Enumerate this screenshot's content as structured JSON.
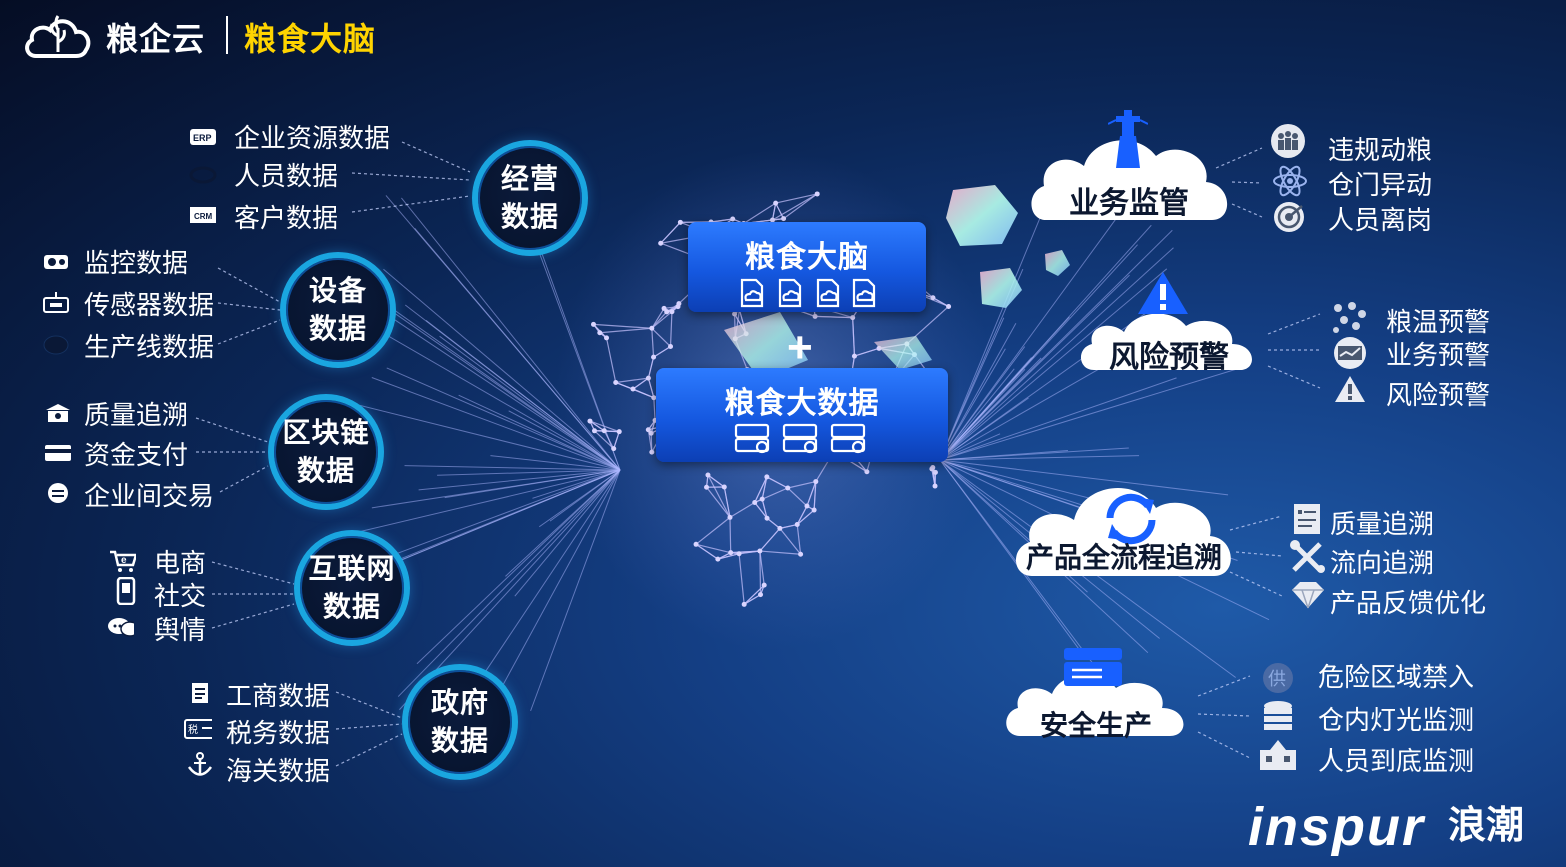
{
  "header": {
    "brand": "粮企云",
    "subtitle": "粮食大脑"
  },
  "center": {
    "brain_box_title": "粮食大脑",
    "plus": "+",
    "bigdata_box_title": "粮食大数据"
  },
  "left_groups": [
    {
      "circle": [
        "经营",
        "数据"
      ],
      "items": [
        "企业资源数据",
        "人员数据",
        "客户数据"
      ],
      "icons": [
        "erp-icon",
        "user-card-icon",
        "crm-icon"
      ]
    },
    {
      "circle": [
        "设备",
        "数据"
      ],
      "items": [
        "监控数据",
        "传感器数据",
        "生产线数据"
      ],
      "icons": [
        "camera-icon",
        "sensor-icon",
        "production-line-icon"
      ]
    },
    {
      "circle": [
        "区块链",
        "数据"
      ],
      "items": [
        "质量追溯",
        "资金支付",
        "企业间交易"
      ],
      "icons": [
        "bank-icon",
        "card-icon",
        "exchange-icon"
      ]
    },
    {
      "circle": [
        "互联网",
        "数据"
      ],
      "items": [
        "电商",
        "社交",
        "舆情"
      ],
      "icons": [
        "ecommerce-cart-icon",
        "phone-icon",
        "chat-icon"
      ]
    },
    {
      "circle": [
        "政府",
        "数据"
      ],
      "items": [
        "工商数据",
        "税务数据",
        "海关数据"
      ],
      "icons": [
        "document-icon",
        "tax-icon",
        "anchor-icon"
      ]
    }
  ],
  "right_groups": [
    {
      "cloud": "业务监管",
      "icon": "lighthouse-icon",
      "items": [
        "违规动粮",
        "仓门异动",
        "人员离岗"
      ],
      "icons": [
        "people-icon",
        "atom-icon",
        "target-icon"
      ]
    },
    {
      "cloud": "风险预警",
      "icon": "warning-icon",
      "items": [
        "粮温预警",
        "业务预警",
        "风险预警"
      ],
      "icons": [
        "dots-icon",
        "monitor-icon",
        "alert-triangle-icon"
      ]
    },
    {
      "cloud": "产品全流程追溯",
      "icon": "refresh-icon",
      "items": [
        "质量追溯",
        "流向追溯",
        "产品反馈优化"
      ],
      "icons": [
        "report-icon",
        "tools-icon",
        "diamond-icon"
      ]
    },
    {
      "cloud": "安全生产",
      "icon": "folder-icon",
      "items": [
        "危险区域禁入",
        "仓内灯光监测",
        "人员到底监测"
      ],
      "icons": [
        "supply-icon",
        "database-icon",
        "building-icon"
      ]
    }
  ],
  "footer": {
    "logo_text": "inspur",
    "logo_cn": "浪潮"
  },
  "colors": {
    "accent_yellow": "#ffd400",
    "circle_ring": "#1aa6e0",
    "box_blue": "#1558e0"
  }
}
